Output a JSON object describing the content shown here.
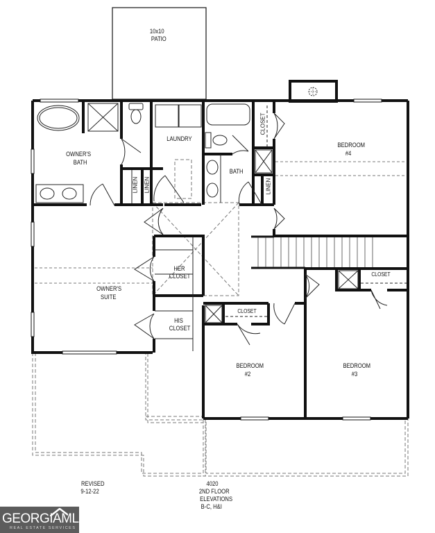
{
  "plan": {
    "patio": {
      "size": "10x10",
      "label": "PATIO"
    },
    "rooms": [
      {
        "id": "owners-bath",
        "label_lines": [
          "OWNER'S",
          "BATH"
        ]
      },
      {
        "id": "laundry",
        "label_lines": [
          "LAUNDRY"
        ]
      },
      {
        "id": "bath",
        "label_lines": [
          "BATH"
        ]
      },
      {
        "id": "bedroom-4",
        "label_lines": [
          "BEDROOM",
          "#4"
        ]
      },
      {
        "id": "owners-suite",
        "label_lines": [
          "OWNER'S",
          "SUITE"
        ]
      },
      {
        "id": "her-closet",
        "label_lines": [
          "HER",
          "CLOSET"
        ]
      },
      {
        "id": "his-closet",
        "label_lines": [
          "HIS",
          "CLOSET"
        ]
      },
      {
        "id": "bedroom-2",
        "label_lines": [
          "BEDROOM",
          "#2"
        ]
      },
      {
        "id": "bedroom-3",
        "label_lines": [
          "BEDROOM",
          "#3"
        ]
      }
    ],
    "small_labels": {
      "linen_1": "LINEN",
      "linen_2": "LINEN",
      "linen_3": "LINEN",
      "closet_bath": "CLOSET",
      "closet_bed2": "CLOSET",
      "closet_bed3": "CLOSET"
    }
  },
  "titleblock": {
    "revised_label": "REVISED",
    "revised_date": "9-12-22",
    "plan_number": "4020",
    "floor": "2ND FLOOR",
    "elevations_label": "ELEVATIONS",
    "elevations": "B-C, H&I"
  },
  "logo": {
    "name": "GEORGIAMLS",
    "tagline": "REAL ESTATE SERVICES"
  },
  "colors": {
    "wall": "#111111",
    "dashed": "#777777",
    "logo_bg": "#5c5c5c"
  }
}
